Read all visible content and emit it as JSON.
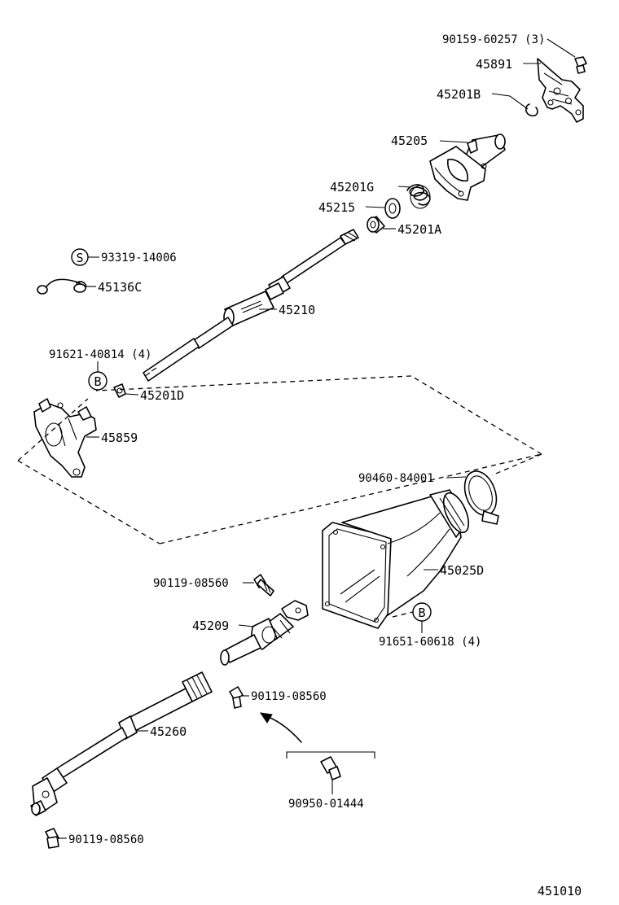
{
  "diagram_id": "451010",
  "labels": {
    "p90159": "90159-60257 (3)",
    "p45891": "45891",
    "p45201B": "45201B",
    "p45205": "45205",
    "p45201G": "45201G",
    "p45215": "45215",
    "p45201A": "45201A",
    "p93319": "93319-14006",
    "p45136C": "45136C",
    "p45210": "45210",
    "p91621": "91621-40814 (4)",
    "p45201D": "45201D",
    "p45859": "45859",
    "p90460": "90460-84001",
    "p45025D": "45025D",
    "p91651": "91651-60618 (4)",
    "p90119a": "90119-08560",
    "p45209": "45209",
    "p90119b": "90119-08560",
    "p45260": "45260",
    "p90950": "90950-01444",
    "p90119c": "90119-08560"
  },
  "markers": {
    "s_mark": "S",
    "b_mark_1": "B",
    "b_mark_2": "B"
  }
}
